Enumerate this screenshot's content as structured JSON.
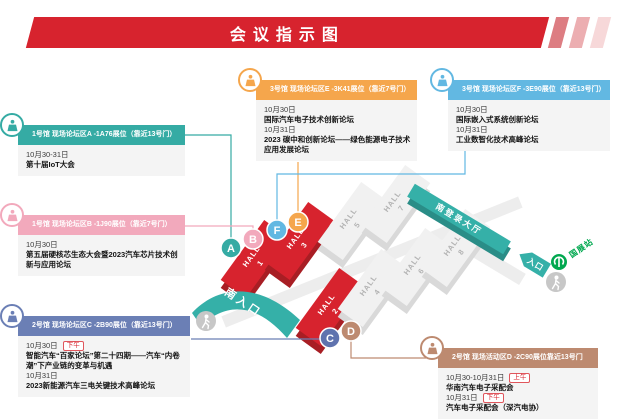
{
  "title": "会议指示图",
  "colors": {
    "brand_red": "#d7232e",
    "teal": "#35aba4",
    "pink": "#f2a9bc",
    "slate_blue": "#6b7fb5",
    "brown": "#bd8a70",
    "orange": "#f5a64c",
    "light_blue": "#62b8e2",
    "metro_green": "#00a84f",
    "hall_red": "#d7232e",
    "hall_gray": "#f1f1f1"
  },
  "forums": [
    {
      "id": "A",
      "header": "1号馆 现场论坛区A -1A76展位（靠近13号门）",
      "color": "#35aba4",
      "sessions": [
        {
          "date": "10月30-31日",
          "title": "第十届IoT大会"
        }
      ]
    },
    {
      "id": "B",
      "header": "1号馆 现场论坛区B -1J90展位（靠近7号门）",
      "color": "#f2a9bc",
      "sessions": [
        {
          "date": "10月30日",
          "title": "第五届硬核芯生态大会暨2023汽车芯片技术创新与应用论坛"
        }
      ]
    },
    {
      "id": "C",
      "header": "2号馆 现场论坛区C -2B90展位（靠近13号门）",
      "color": "#6b7fb5",
      "sessions": [
        {
          "date": "10月30日",
          "tag": "下午",
          "title": "智能汽车“百家论坛”第二十四期——汽车“内卷潮”下产业链的变革与机遇"
        },
        {
          "date": "10月31日",
          "title": "2023新能源汽车三电关键技术高峰论坛"
        }
      ]
    },
    {
      "id": "D",
      "header": "2号馆 现场活动区D -2C90展位靠近13号门",
      "color": "#bd8a70",
      "sessions": [
        {
          "date": "10月30-10月31日",
          "tag": "上午",
          "title": "华南汽车电子采配会"
        },
        {
          "date": "10月31日",
          "tag": "下午",
          "title": "汽车电子采配会（深汽电协）"
        }
      ]
    },
    {
      "id": "E",
      "header": "3号馆 现场论坛区E -3K41展位（靠近7号门）",
      "color": "#f5a64c",
      "sessions": [
        {
          "date": "10月30日",
          "title": "国际汽车电子技术创新论坛"
        },
        {
          "date": "10月31日",
          "title": "2023 碳中和创新论坛——绿色能源电子技术应用发展论坛"
        }
      ]
    },
    {
      "id": "F",
      "header": "3号馆 现场论坛区F -3E90展位（靠近13号门）",
      "color": "#62b8e2",
      "sessions": [
        {
          "date": "10月30日",
          "title": "国际嵌入式系统创新论坛"
        },
        {
          "date": "10月31日",
          "title": "工业数智化技术高峰论坛"
        }
      ]
    }
  ],
  "map": {
    "hall_word": "HALL",
    "halls": [
      {
        "num": "1"
      },
      {
        "num": "2"
      },
      {
        "num": "3"
      },
      {
        "num": "4"
      },
      {
        "num": "5"
      },
      {
        "num": "6"
      },
      {
        "num": "7"
      },
      {
        "num": "8"
      }
    ],
    "labels": {
      "south_entrance": "南入口",
      "south_lobby": "南登录大厅",
      "entrance": "入口",
      "metro_station": "国展站"
    }
  }
}
